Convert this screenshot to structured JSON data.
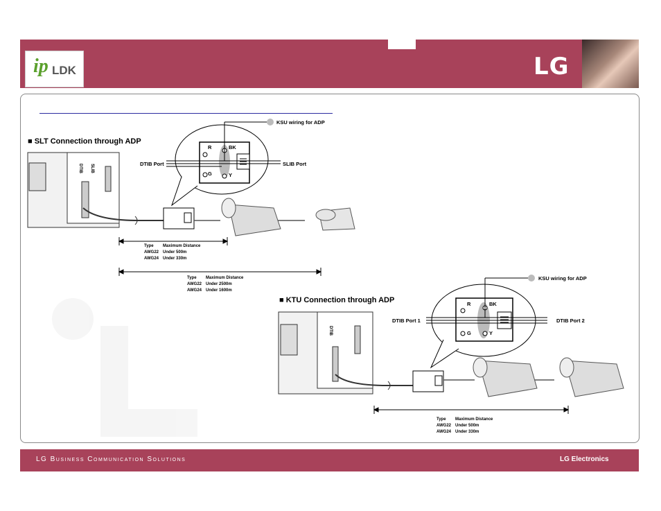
{
  "header": {
    "logo_ip": "ip",
    "logo_ldk": "LDK",
    "brand": "LG"
  },
  "footer": {
    "left": "LG Business Communication Solutions",
    "right": "LG Electronics"
  },
  "slt": {
    "title": "SLT Connection through ADP",
    "ksu_label": "KSU wiring for ADP",
    "dtib_port": "DTIB Port",
    "slib_port": "SLIB Port",
    "pins": [
      "R",
      "BK",
      "G",
      "Y"
    ],
    "table1": {
      "headers": [
        "Type",
        "Maximum Distance"
      ],
      "rows": [
        [
          "AWG22",
          "Under 500m"
        ],
        [
          "AWG24",
          "Under 330m"
        ]
      ]
    },
    "table2": {
      "headers": [
        "Type",
        "Maximum Distance"
      ],
      "rows": [
        [
          "AWG22",
          "Under 2500m"
        ],
        [
          "AWG24",
          "Under 1600m"
        ]
      ]
    },
    "card_labels": [
      "DTIB",
      "SLIB"
    ]
  },
  "ktu": {
    "title": "KTU Connection through ADP",
    "ksu_label": "KSU wiring for ADP",
    "port1": "DTIB Port 1",
    "port2": "DTIB Port 2",
    "pins": [
      "R",
      "BK",
      "G",
      "Y"
    ],
    "table": {
      "headers": [
        "Type",
        "Maximum Distance"
      ],
      "rows": [
        [
          "AWG22",
          "Under 500m"
        ],
        [
          "AWG24",
          "Under 330m"
        ]
      ]
    },
    "card_labels": [
      "DTIB"
    ]
  }
}
